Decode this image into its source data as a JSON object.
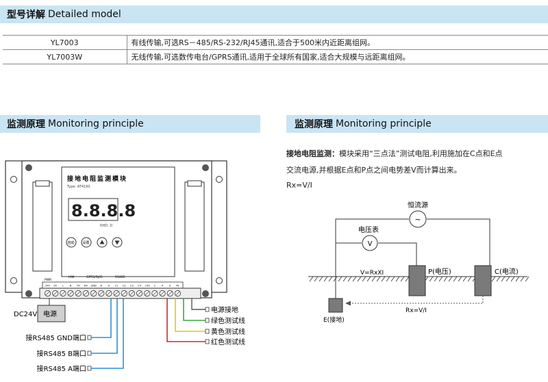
{
  "detailed_model": {
    "title_cn": "型号详解",
    "title_en": "Detailed model",
    "rows": [
      {
        "model": "YL7003",
        "desc": "有线传输,可选RS－485/RS-232/RJ45通讯,适合于500米内近距离组网。"
      },
      {
        "model": "YL7003W",
        "desc": "无线传输,可选数传电台/GPRS通讯,适用于全球所有国家,适合大规模与远距离组网。"
      }
    ]
  },
  "monitor_left": {
    "title_cn": "监测原理",
    "title_en": "Monitoring principle"
  },
  "monitor_right": {
    "title_cn": "监测原理",
    "title_en": "Monitoring principle"
  },
  "device": {
    "name": "接地电阻监测模块",
    "type": "Type: AT4160",
    "display": "8.8.8.8",
    "addr": "RHD: D",
    "buttons": [
      "自动",
      "设置",
      "▲",
      "▼"
    ],
    "power_label": "电源",
    "voltage_label": "DC24V",
    "terminal_groups": [
      "PWR",
      "HMI",
      "GPRS/RJ45",
      "RS485"
    ],
    "terminal_labels": [
      "24V",
      "0V",
      "L",
      "N",
      "TX",
      "RX",
      "GND",
      "B",
      "A",
      "C1",
      "C2",
      "C3",
      "C4",
      "+5V",
      "C",
      "P",
      "E",
      "PE"
    ]
  },
  "callouts_right": [
    "电源接地",
    "绿色测试线",
    "黄色测试线",
    "红色测试线"
  ],
  "callouts_left": [
    "接RS485 GND端口",
    "接RS485 B端口",
    "接RS485 A端口"
  ],
  "principle": {
    "label_bold": "接地电阻监测：",
    "line1": "模块采用“三点法”测试电阻,利用施加在C点和E点",
    "line2": "交流电源,并根据E点和P点之间电势差V而计算出来。",
    "formula": "Rx=V/I"
  },
  "diagram": {
    "current_source": "恒流源",
    "source_symbol": "~",
    "voltmeter": "电压表",
    "volt_symbol": "V",
    "vrx": "V=RxXI",
    "p_label": "P(电压)",
    "c_label": "C(电流)",
    "e_label": "E(接地)",
    "rx": "Rx=V/I"
  },
  "colors": {
    "band": "#c9e4f3",
    "blue": "#2f8fd6",
    "green": "#36a83b",
    "yellow": "#e8c700",
    "red": "#d6262b",
    "probe": "#7a7a7a"
  }
}
